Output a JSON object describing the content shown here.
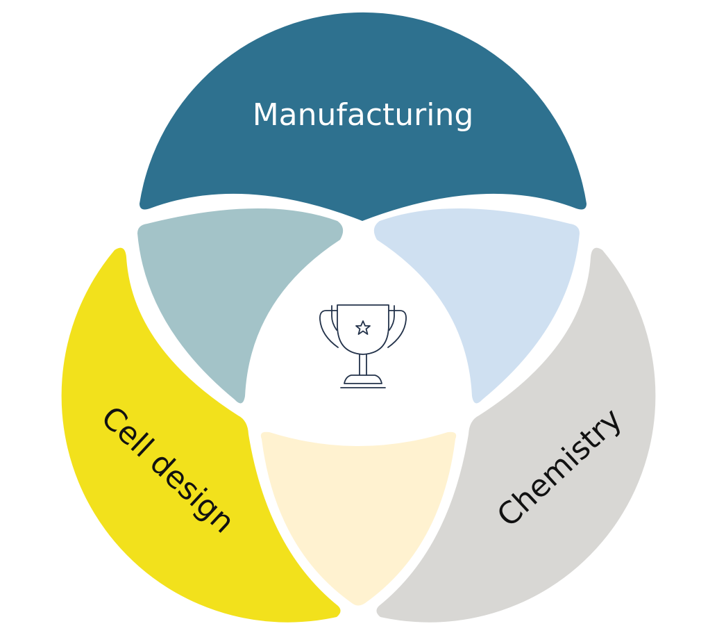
{
  "diagram": {
    "type": "three-circle-venn",
    "circles": [
      {
        "id": "manufacturing",
        "label": "Manufacturing",
        "color": "#2e718f",
        "text_color": "#ffffff"
      },
      {
        "id": "cell-design",
        "label": "Cell design",
        "color": "#f2e11c",
        "text_color": "#111111"
      },
      {
        "id": "chemistry",
        "label": "Chemistry",
        "color": "#d8d7d4",
        "text_color": "#111111"
      }
    ],
    "overlaps": [
      {
        "between": [
          "manufacturing",
          "cell-design"
        ],
        "color": "#a3c3c8"
      },
      {
        "between": [
          "manufacturing",
          "chemistry"
        ],
        "color": "#cfe0f1"
      },
      {
        "between": [
          "cell-design",
          "chemistry"
        ],
        "color": "#fff2d0"
      }
    ],
    "center": {
      "icon": "trophy-icon",
      "color": "#ffffff",
      "icon_color": "#23324a"
    }
  }
}
